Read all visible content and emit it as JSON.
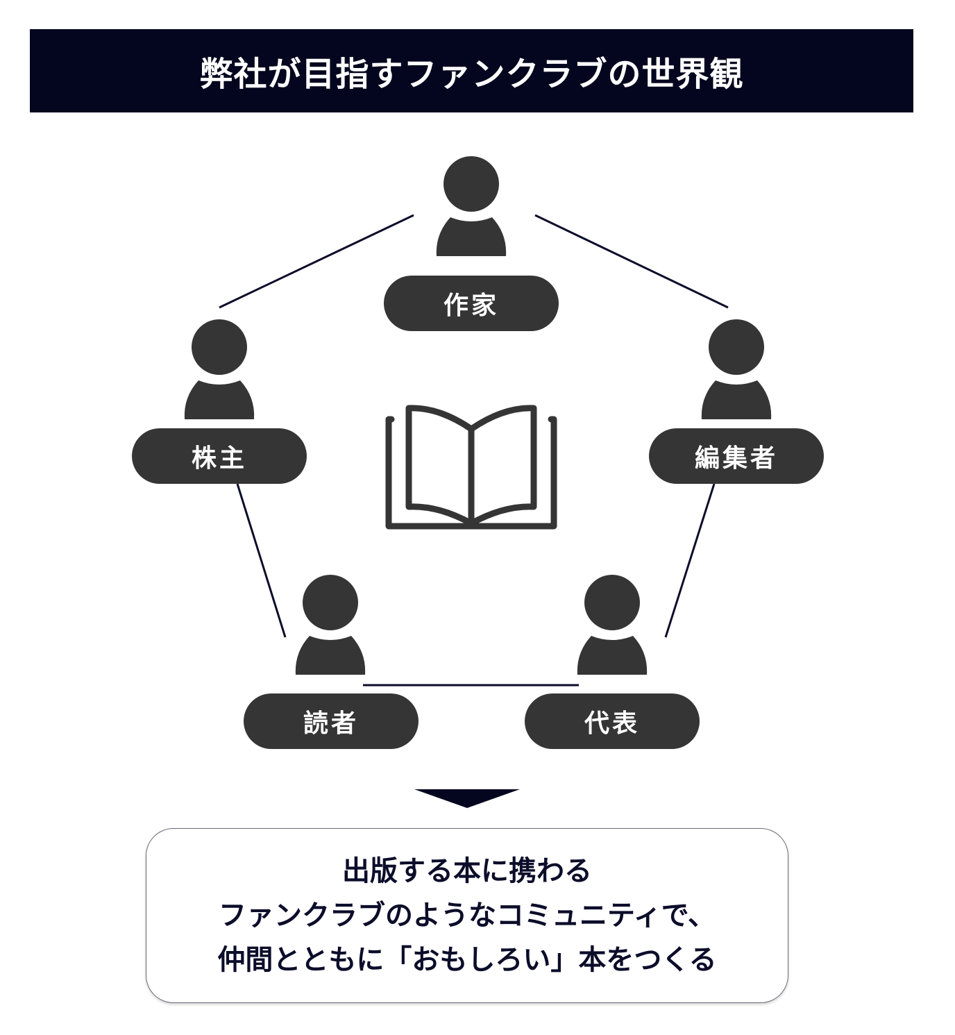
{
  "header": {
    "title": "弊社が目指すファンクラブの世界観"
  },
  "diagram": {
    "center_icon": "open-book-icon",
    "roles": [
      {
        "label": "作家",
        "icon": "person-icon"
      },
      {
        "label": "株主",
        "icon": "person-icon"
      },
      {
        "label": "編集者",
        "icon": "person-icon"
      },
      {
        "label": "読者",
        "icon": "person-icon"
      },
      {
        "label": "代表",
        "icon": "person-icon"
      }
    ],
    "arrow_icon": "down-arrow-icon"
  },
  "summary": {
    "lines": [
      "出版する本に携わる",
      "ファンクラブのようなコミュニティで、",
      "仲間とともに「おもしろい」本をつくる"
    ]
  },
  "colors": {
    "title_bar": "#03061e",
    "pill": "#353535",
    "icon": "#353535",
    "connector": "#0b0d2a",
    "summary_text": "#0b0d2a"
  }
}
